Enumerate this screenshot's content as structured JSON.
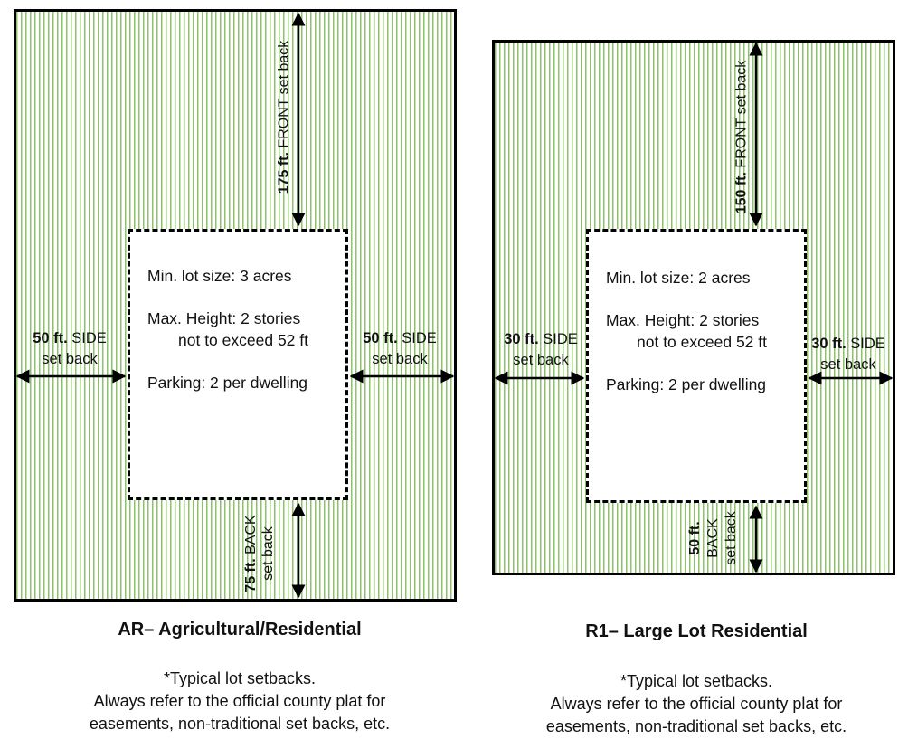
{
  "ar": {
    "title": "AR– Agricultural/Residential",
    "min_lot": "Min. lot size: 3 acres",
    "max_height_1": "Max. Height: 2 stories",
    "max_height_2": "not to exceed 52 ft",
    "parking": "Parking: 2 per dwelling",
    "front_value": "175 ft.",
    "front_text": "FRONT set back",
    "back_value": "75 ft.",
    "back_text_1": "BACK",
    "back_text_2": "set back",
    "side_left_value": "50 ft.",
    "side_left_text": "SIDE",
    "side_left_text_2": "set back",
    "side_right_value": "50 ft.",
    "side_right_text": "SIDE",
    "side_right_text_2": "set back",
    "note_1": "*Typical lot setbacks.",
    "note_2": "Always refer to the official county plat for",
    "note_3": "easements, non-traditional set backs, etc."
  },
  "r1": {
    "title": "R1– Large Lot Residential",
    "min_lot": "Min. lot size: 2 acres",
    "max_height_1": "Max. Height: 2 stories",
    "max_height_2": "not to exceed 52 ft",
    "parking": "Parking: 2 per dwelling",
    "front_value": "150 ft.",
    "front_text": "FRONT set back",
    "back_value": "50 ft.",
    "back_text_1": "BACK",
    "back_text_2": "set back",
    "side_left_value": "30 ft.",
    "side_left_text": "SIDE",
    "side_left_text_2": "set back",
    "side_right_value": "30 ft.",
    "side_right_text": "SIDE",
    "side_right_text_2": "set back",
    "note_1": "*Typical lot setbacks.",
    "note_2": "Always refer to the official county plat for",
    "note_3": "easements, non-traditional set backs, etc."
  },
  "colors": {
    "lot_stripe": "#8dc26a",
    "outline": "#000000"
  }
}
